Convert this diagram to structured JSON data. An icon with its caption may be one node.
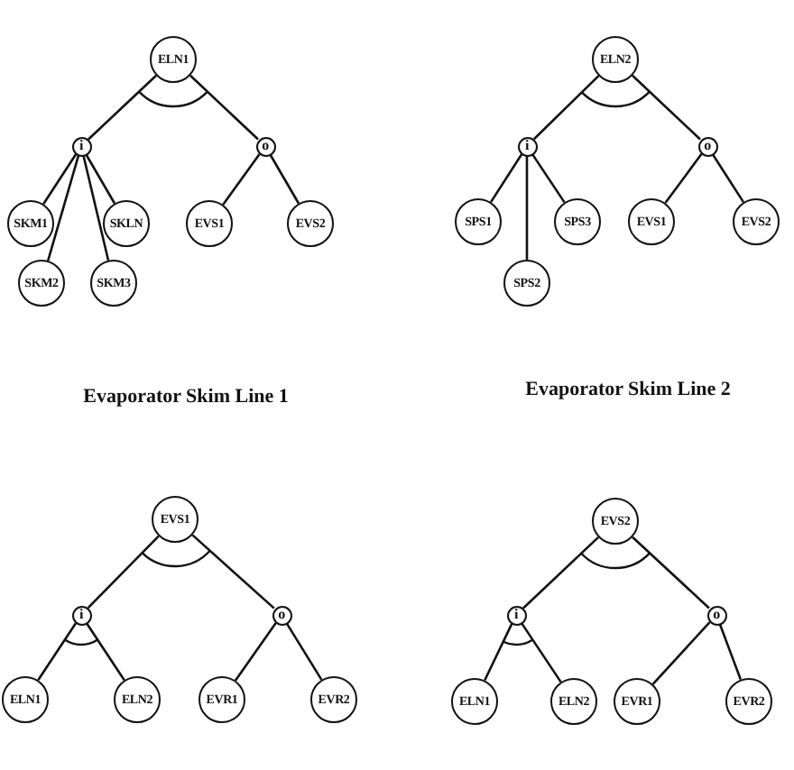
{
  "diagram": {
    "nodes": [
      {
        "text": [
          "ELN1"
        ]
      },
      {
        "text": [
          "i"
        ]
      },
      {
        "text": [
          "o"
        ]
      },
      {
        "text": [
          "SKM1"
        ]
      },
      {
        "text": [
          "SKLN"
        ]
      },
      {
        "text": [
          "EVS1"
        ]
      },
      {
        "text": [
          "EVS2"
        ]
      },
      {
        "text": [
          "SKM2"
        ]
      },
      {
        "text": [
          "SKM3"
        ]
      },
      {
        "text": [
          "ELN2"
        ]
      },
      {
        "text": [
          "i"
        ]
      },
      {
        "text": [
          "o"
        ]
      },
      {
        "text": [
          "SPS1"
        ]
      },
      {
        "text": [
          "SPS3"
        ]
      },
      {
        "text": [
          "EVS1"
        ]
      },
      {
        "text": [
          "EVS2"
        ]
      },
      {
        "text": [
          "SPS2"
        ]
      },
      {
        "text": [
          "EVS1"
        ]
      },
      {
        "text": [
          "i"
        ]
      },
      {
        "text": [
          "o"
        ]
      },
      {
        "text": [
          "ELN1"
        ]
      },
      {
        "text": [
          "ELN2"
        ]
      },
      {
        "text": [
          "EVR1"
        ]
      },
      {
        "text": [
          "EVR2"
        ]
      },
      {
        "text": [
          "EVS2"
        ]
      },
      {
        "text": [
          "i"
        ]
      },
      {
        "text": [
          "o"
        ]
      },
      {
        "text": [
          "ELN1"
        ]
      },
      {
        "text": [
          "ELN2"
        ]
      },
      {
        "text": [
          "EVR1"
        ]
      },
      {
        "text": [
          "EVR2"
        ]
      }
    ],
    "edges": [
      {
        "from": 0,
        "to": 1,
        "arrow": "none"
      },
      {
        "from": 0,
        "to": 2,
        "arrow": "none"
      },
      {
        "from": 1,
        "to": 3,
        "arrow": "none"
      },
      {
        "from": 1,
        "to": 7,
        "arrow": "none"
      },
      {
        "from": 1,
        "to": 8,
        "arrow": "none"
      },
      {
        "from": 1,
        "to": 4,
        "arrow": "none"
      },
      {
        "from": 2,
        "to": 5,
        "arrow": "none"
      },
      {
        "from": 2,
        "to": 6,
        "arrow": "none"
      },
      {
        "from": 9,
        "to": 10,
        "arrow": "none"
      },
      {
        "from": 9,
        "to": 11,
        "arrow": "none"
      },
      {
        "from": 10,
        "to": 12,
        "arrow": "none"
      },
      {
        "from": 10,
        "to": 16,
        "arrow": "none"
      },
      {
        "from": 10,
        "to": 13,
        "arrow": "none"
      },
      {
        "from": 11,
        "to": 14,
        "arrow": "none"
      },
      {
        "from": 11,
        "to": 15,
        "arrow": "none"
      },
      {
        "from": 17,
        "to": 18,
        "arrow": "none"
      },
      {
        "from": 17,
        "to": 19,
        "arrow": "none"
      },
      {
        "from": 18,
        "to": 20,
        "arrow": "none"
      },
      {
        "from": 18,
        "to": 21,
        "arrow": "none"
      },
      {
        "from": 19,
        "to": 22,
        "arrow": "none"
      },
      {
        "from": 19,
        "to": 23,
        "arrow": "none"
      },
      {
        "from": 24,
        "to": 25,
        "arrow": "none"
      },
      {
        "from": 24,
        "to": 26,
        "arrow": "none"
      },
      {
        "from": 25,
        "to": 27,
        "arrow": "none"
      },
      {
        "from": 25,
        "to": 28,
        "arrow": "none"
      },
      {
        "from": 26,
        "to": 29,
        "arrow": "none"
      },
      {
        "from": 26,
        "to": 30,
        "arrow": "none"
      }
    ],
    "labels": [
      "Evaporator Skim Line 1",
      "Evaporator Skim Line 2"
    ]
  }
}
